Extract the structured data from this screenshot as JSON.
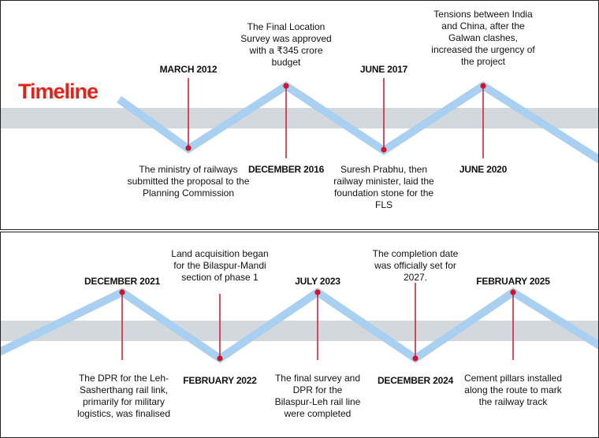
{
  "title": "Timeline",
  "colors": {
    "band": "#d3d8dc",
    "track": "#a9d0f1",
    "marker": "#d0142c",
    "title": "#e2231a"
  },
  "top_events": [
    {
      "date": "MARCH 2012",
      "text": "The ministry of railways submitted the proposal to the Planning Commission"
    },
    {
      "date": "DECEMBER 2016",
      "text": "The Final Location Survey was approved with a ₹345 crore budget"
    },
    {
      "date": "JUNE 2017",
      "text": "Suresh Prabhu, then railway minister, laid the foundation stone for the FLS"
    },
    {
      "date": "JUNE 2020",
      "text": "Tensions between India and China, after the Galwan clashes, increased the urgency of the project"
    }
  ],
  "bottom_events": [
    {
      "date": "DECEMBER 2021",
      "text": "The DPR for the Leh-Sasherthang rail link, primarily for military logistics, was finalised"
    },
    {
      "date": "FEBRUARY 2022",
      "text": "Land acquisition began for the Bilaspur-Mandi section of phase 1"
    },
    {
      "date": "JULY 2023",
      "text": "The final survey and DPR for the Bilaspur-Leh rail line were completed"
    },
    {
      "date": "DECEMBER 2024",
      "text": "The completion date was officially set for 2027."
    },
    {
      "date": "FEBRUARY 2025",
      "text": "Cement pillars installed along the route to mark the railway track"
    }
  ]
}
